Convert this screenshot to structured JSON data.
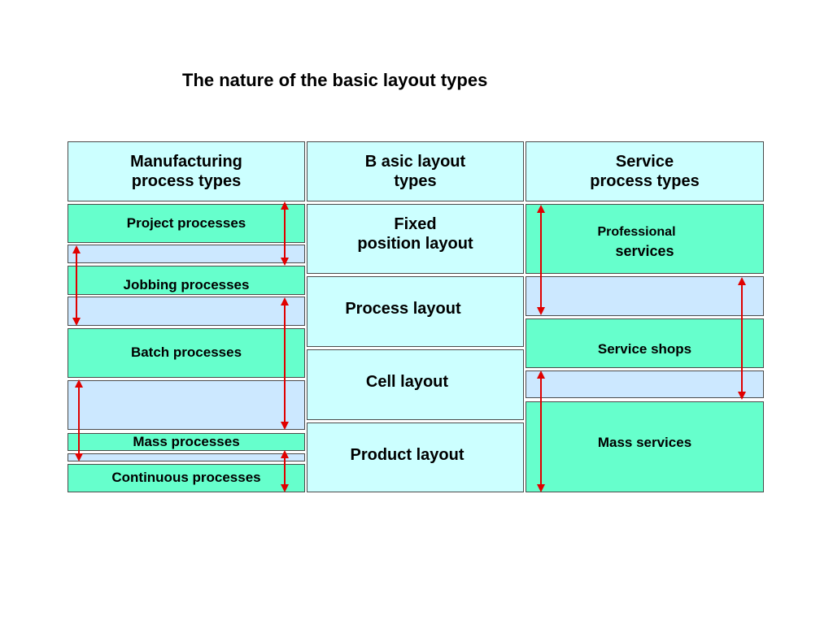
{
  "title": "The nature of the basic layout types",
  "headers": {
    "manufacturing": "Manufacturing\nprocess types",
    "basic": "B asic layout\ntypes",
    "service": "Service\nprocess types"
  },
  "manufacturing": {
    "project": "Project processes",
    "jobbing": "Jobbing processes",
    "batch": "Batch processes",
    "mass": "Mass  processes",
    "continuous": "Continuous   processes"
  },
  "layouts": {
    "fixed": "Fixed\nposition layout",
    "process": "Process layout",
    "cell": "Cell layout",
    "product": "Product layout"
  },
  "service": {
    "professional_line1": "Professional",
    "professional_line2": "services",
    "shops": "Service shops",
    "mass": "Mass services"
  },
  "colors": {
    "header_fill": "#ccffff",
    "process_fill": "#66ffcc",
    "gap_fill": "#cce8ff",
    "layout_fill": "#ccffff",
    "arrow": "#e00000",
    "border": "#4a4a4a"
  }
}
